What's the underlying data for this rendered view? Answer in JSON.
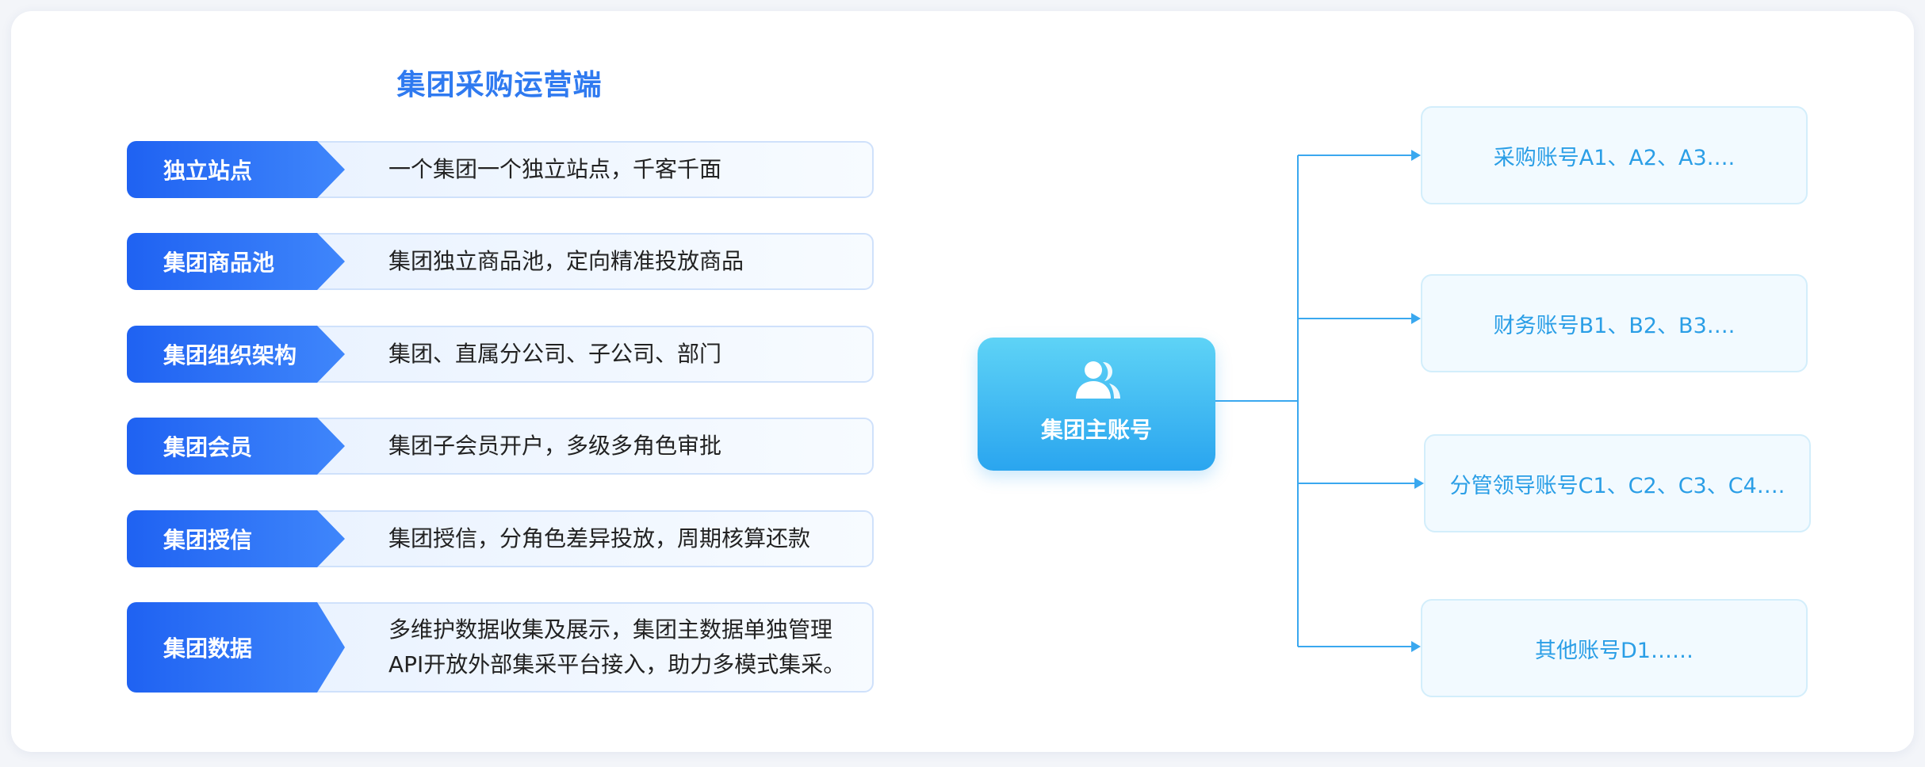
{
  "section_title": "集团采购运营端",
  "features": [
    {
      "label": "独立站点",
      "desc": [
        "一个集团一个独立站点，千客千面"
      ]
    },
    {
      "label": "集团商品池",
      "desc": [
        "集团独立商品池，定向精准投放商品"
      ]
    },
    {
      "label": "集团组织架构",
      "desc": [
        "集团、直属分公司、子公司、部门"
      ]
    },
    {
      "label": "集团会员",
      "desc": [
        "集团子会员开户，多级多角色审批"
      ]
    },
    {
      "label": "集团授信",
      "desc": [
        "集团授信，分角色差异投放，周期核算还款"
      ]
    },
    {
      "label": "集团数据",
      "desc": [
        "多维护数据收集及展示，集团主数据单独管理",
        "API开放外部集采平台接入，助力多模式集采。"
      ]
    }
  ],
  "center": {
    "label": "集团主账号",
    "icon": "users-icon"
  },
  "accounts": [
    {
      "label": "采购账号A1、A2、A3…."
    },
    {
      "label": "财务账号B1、B2、B3…."
    },
    {
      "label": "分管领导账号C1、C2、C3、C4…."
    },
    {
      "label": "其他账号D1……"
    }
  ],
  "colors": {
    "title": "#2f7af0",
    "label_blue": "#1f62f2",
    "center_top": "#5ed3f6",
    "center_bottom": "#2aa5ef",
    "account_text": "#2a9ee6",
    "connector": "#3aa8ef"
  }
}
